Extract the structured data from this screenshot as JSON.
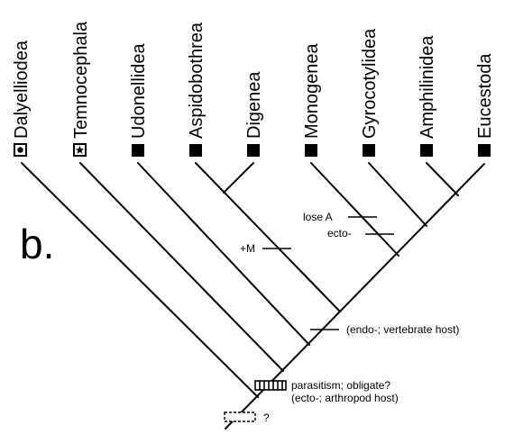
{
  "panel_label": "b.",
  "taxa": [
    {
      "name": "Dalyelliodea",
      "marker": "dot-box-icon"
    },
    {
      "name": "Temnocephala",
      "marker": "star-box-icon"
    },
    {
      "name": "Udonellidea",
      "marker": "filled-square-icon"
    },
    {
      "name": "Aspidobothrea",
      "marker": "filled-square-icon"
    },
    {
      "name": "Digenea",
      "marker": "filled-square-icon"
    },
    {
      "name": "Monogenea",
      "marker": "filled-square-icon"
    },
    {
      "name": "Gyrocotylidea",
      "marker": "filled-square-icon"
    },
    {
      "name": "Amphilinidea",
      "marker": "filled-square-icon"
    },
    {
      "name": "Eucestoda",
      "marker": "filled-square-icon"
    }
  ],
  "annotations": {
    "lose_a": "lose A",
    "ecto": "ecto-",
    "plus_m": "+M",
    "endo_vertebrate": "(endo-; vertebrate host)",
    "parasitism": "parasitism; obligate?",
    "ecto_arthropod": "(ecto-; arthropod host)",
    "question": "?"
  }
}
